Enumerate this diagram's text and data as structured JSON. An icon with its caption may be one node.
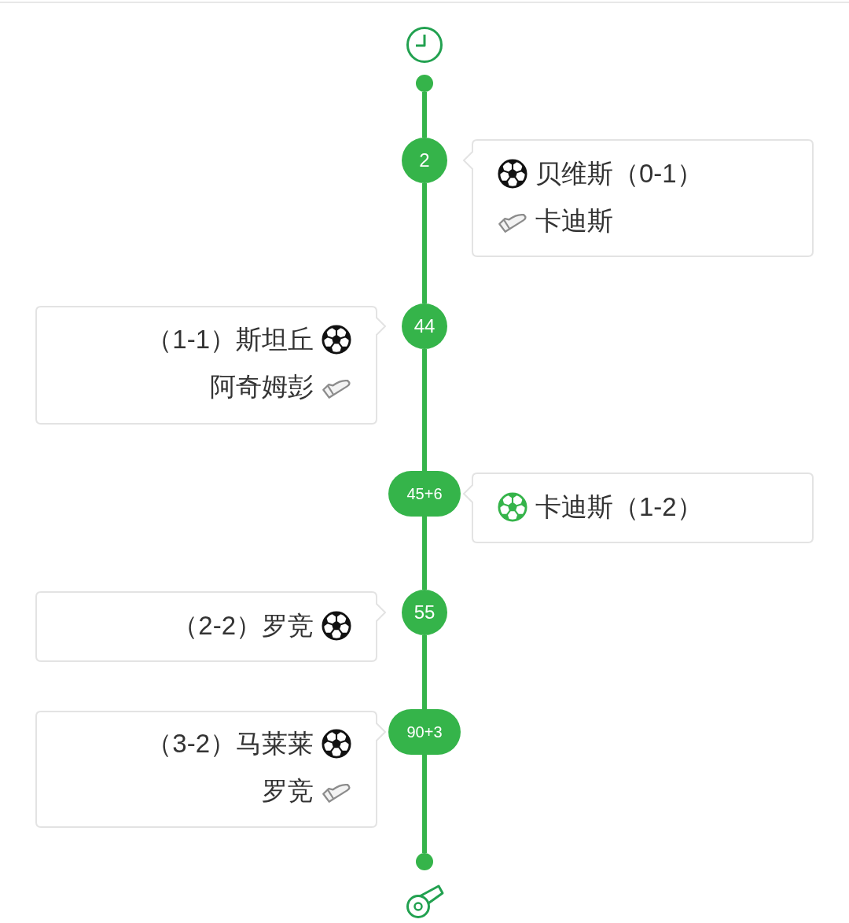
{
  "diagram": {
    "nodes": [
      {
        "text": [],
        "shape": "circle"
      },
      {
        "text": [
          "2"
        ]
      },
      {
        "text": [
          "贝维斯（0-1）",
          "卡迪斯"
        ]
      },
      {
        "text": [
          "（1-1）斯坦丘",
          "阿奇姆彭"
        ]
      },
      {
        "text": [
          "44"
        ]
      },
      {
        "text": [
          "45+6"
        ]
      },
      {
        "text": [
          "卡迪斯（1-2）"
        ]
      },
      {
        "text": [
          "（2-2）罗竞"
        ]
      },
      {
        "text": [
          "55"
        ]
      },
      {
        "text": [
          "（3-2）马莱莱",
          "罗竞"
        ]
      },
      {
        "text": [
          "90+3"
        ]
      },
      {
        "text": [],
        "shape": "circle"
      }
    ],
    "edges": [
      {
        "from": 0,
        "to": 1,
        "arrow": "none"
      },
      {
        "from": 1,
        "to": 4,
        "arrow": "none"
      },
      {
        "from": 4,
        "to": 5,
        "arrow": "none"
      },
      {
        "from": 5,
        "to": 8,
        "arrow": "none"
      },
      {
        "from": 8,
        "to": 10,
        "arrow": "none"
      },
      {
        "from": 10,
        "to": 11,
        "arrow": "none"
      }
    ]
  }
}
